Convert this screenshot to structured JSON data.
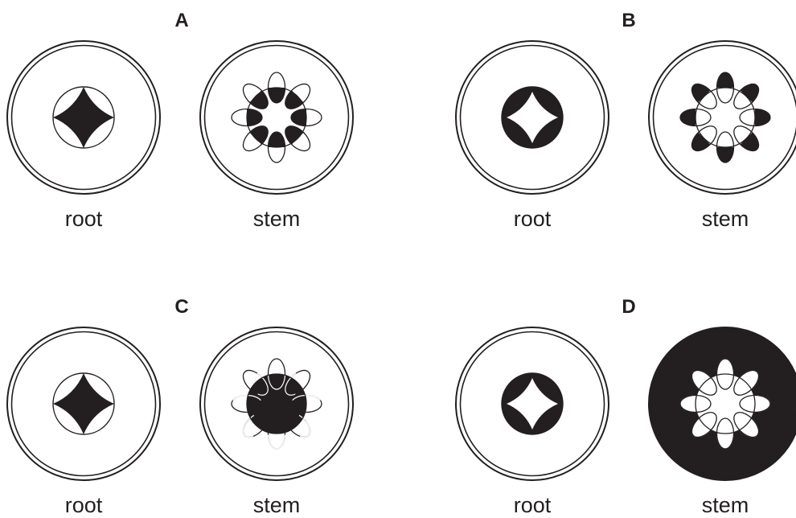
{
  "options": [
    {
      "letter": "A",
      "root": {
        "caption": "root",
        "stele": "star-shaded"
      },
      "stem": {
        "caption": "stem",
        "pattern": "inner-shaded"
      }
    },
    {
      "letter": "B",
      "root": {
        "caption": "root",
        "stele": "disc-shaded"
      },
      "stem": {
        "caption": "stem",
        "pattern": "outer-shaded"
      }
    },
    {
      "letter": "C",
      "root": {
        "caption": "root",
        "stele": "star-shaded"
      },
      "stem": {
        "caption": "stem",
        "pattern": "center-shaded"
      }
    },
    {
      "letter": "D",
      "root": {
        "caption": "root",
        "stele": "disc-shaded"
      },
      "stem": {
        "caption": "stem",
        "pattern": "background-shaded"
      }
    }
  ],
  "colors": {
    "ink": "#231f20",
    "paper": "#ffffff"
  }
}
